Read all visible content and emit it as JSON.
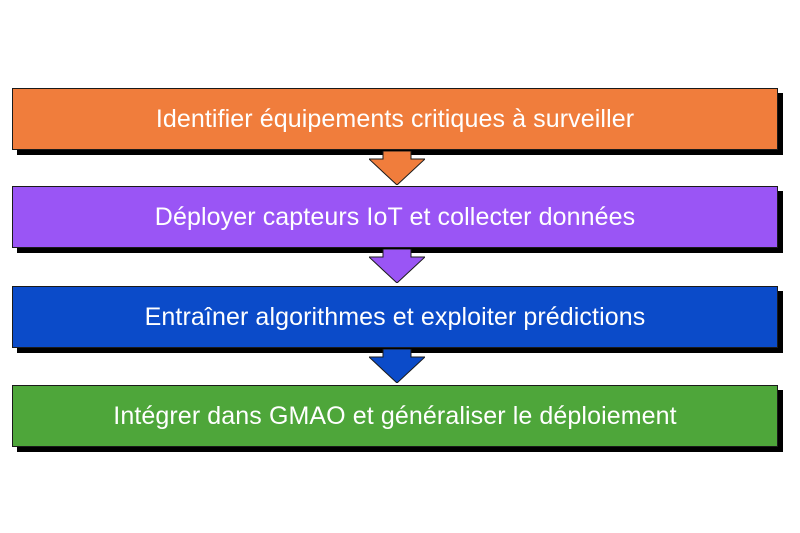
{
  "flowchart": {
    "steps": [
      {
        "label": "Identifier équipements critiques à surveiller",
        "color": "#f07d3c"
      },
      {
        "label": "Déployer capteurs IoT et collecter données",
        "color": "#9a55f5"
      },
      {
        "label": "Entraîner algorithmes et exploiter prédictions",
        "color": "#0b4bc9"
      },
      {
        "label": "Intégrer dans GMAO et généraliser le déploiement",
        "color": "#4ea63a"
      }
    ],
    "arrows": [
      {
        "color": "#f07d3c"
      },
      {
        "color": "#9a55f5"
      },
      {
        "color": "#0b4bc9"
      }
    ]
  }
}
